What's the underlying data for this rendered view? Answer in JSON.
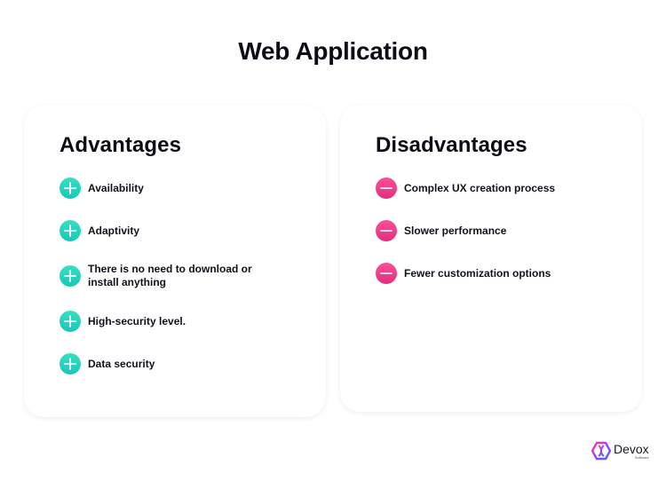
{
  "page": {
    "title": "Web Application"
  },
  "advantages": {
    "heading": "Advantages",
    "icon": "plus-circle-icon",
    "color": "#22d3bd",
    "items": [
      {
        "label": "Availability"
      },
      {
        "label": "Adaptivity"
      },
      {
        "label": "There is no need to download or install anything"
      },
      {
        "label": "High-security level."
      },
      {
        "label": "Data security"
      }
    ]
  },
  "disadvantages": {
    "heading": "Disadvantages",
    "icon": "minus-circle-icon",
    "color": "#ec3d87",
    "items": [
      {
        "label": "Complex UX creation process"
      },
      {
        "label": "Slower performance"
      },
      {
        "label": "Fewer customization options"
      }
    ]
  },
  "logo": {
    "name": "Devox",
    "subtitle": "Software"
  }
}
